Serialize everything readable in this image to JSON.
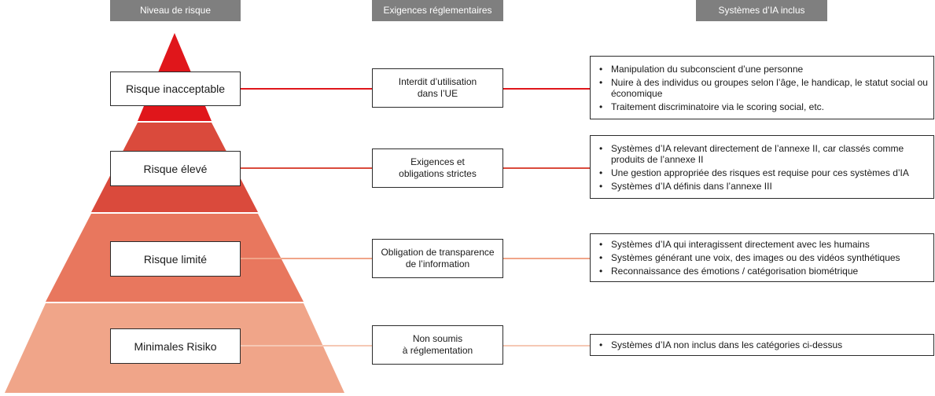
{
  "headers": {
    "risk_level": "Niveau de risque",
    "requirements": "Exigences réglementaires",
    "systems": "Systèmes d’IA inclus"
  },
  "colors": {
    "header_bg": "#7f7f7f",
    "tier1": "#e0161b",
    "tier2": "#da4a3c",
    "tier3": "#e8775e",
    "tier4": "#f0a589",
    "connector1": "#e0161b",
    "connector2": "#da4a3c",
    "connector3": "#f0a589",
    "connector4": "#f6c8b4"
  },
  "tiers": [
    {
      "level": "Risque inacceptable",
      "requirement": "Interdit d’utilisation\ndans l’UE",
      "systems": [
        "Manipulation du subconscient d’une personne",
        "Nuire à des individus ou groupes selon l’âge, le handicap, le statut social ou économique",
        "Traitement discriminatoire via le scoring social, etc."
      ]
    },
    {
      "level": "Risque élevé",
      "requirement": "Exigences et\nobligations strictes",
      "systems": [
        "Systèmes d’IA relevant directement de l’annexe II, car classés comme produits de l’annexe II",
        "Une gestion appropriée des risques est requise pour ces systèmes d’IA",
        "Systèmes d’IA définis dans l’annexe III"
      ]
    },
    {
      "level": "Risque limité",
      "requirement": "Obligation de transparence\nde l’information",
      "systems": [
        "Systèmes d’IA qui interagissent directement avec les humains",
        "Systèmes générant une voix, des images ou des vidéos synthétiques",
        "Reconnaissance des émotions / catégorisation biométrique"
      ]
    },
    {
      "level": "Minimales Risiko",
      "requirement": "Non soumis\nà réglementation",
      "systems": [
        "Systèmes d’IA non inclus dans les catégories ci-dessus"
      ]
    }
  ]
}
